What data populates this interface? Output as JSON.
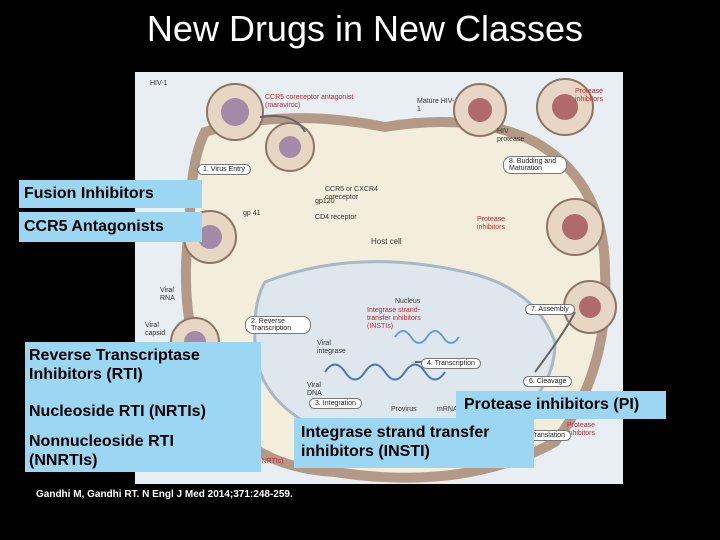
{
  "title": "New Drugs in New Classes",
  "figure": {
    "labels": {
      "hiv1": "HIV-1",
      "ccr5_antagonist": "CCR5 coreceptor antagonist (maraviroc)",
      "mature_hiv": "Mature HIV-1",
      "protease_inhibitors_top": "Protease inhibitors",
      "hiv_protease": "HIV protease",
      "gp120": "gp120",
      "gp41": "gp 41",
      "ccr5_cxcr4": "CCR5 or CXCR4 coreceptor",
      "cd4": "CD4 receptor",
      "protease_inhibitors_mid": "Protease inhibitors",
      "host_cell": "Host cell",
      "viral_rna": "Viral RNA",
      "nucleus": "Nucleus",
      "viral_capsid": "Viral capsid",
      "integrase_inhibitors": "Integrase strand-transfer inhibitors (INSTIs)",
      "viral_integrase": "Viral integrase",
      "viral_dna": "Viral DNA",
      "provirus": "Provirus",
      "mrna": "mRNA",
      "protease_inhibitors_low": "Protease inhibitors",
      "nnrtis": "(NRTIs)"
    },
    "steps": {
      "s1": "1. Virus Entry",
      "s2": "2. Reverse Transcription",
      "s3": "3. Integration",
      "s4": "4. Transcription",
      "s5": "5. Translation",
      "s6": "6. Cleavage",
      "s7": "7. Assembly",
      "s8": "8. Budding and Maturation"
    }
  },
  "callouts": {
    "fusion": "Fusion Inhibitors",
    "ccr5": "CCR5 Antagonists",
    "rti": "Reverse Transcriptase Inhibitors (RTI)",
    "nrti": "Nucleoside RTI (NRTIs)",
    "nnrti": "Nonnucleoside RTI (NNRTIs)",
    "pi": "Protease inhibitors (PI)",
    "insti": "Integrase strand transfer inhibitors (INSTI)"
  },
  "citation": "Gandhi M, Gandhi RT. N Engl J Med 2014;371:248-259.",
  "colors": {
    "callout_bg": "#9bd7f3",
    "figure_bg": "#e9eef2",
    "virus": "#e8d6c4",
    "membrane": "#b49a86",
    "accent_red": "#c0282d"
  }
}
